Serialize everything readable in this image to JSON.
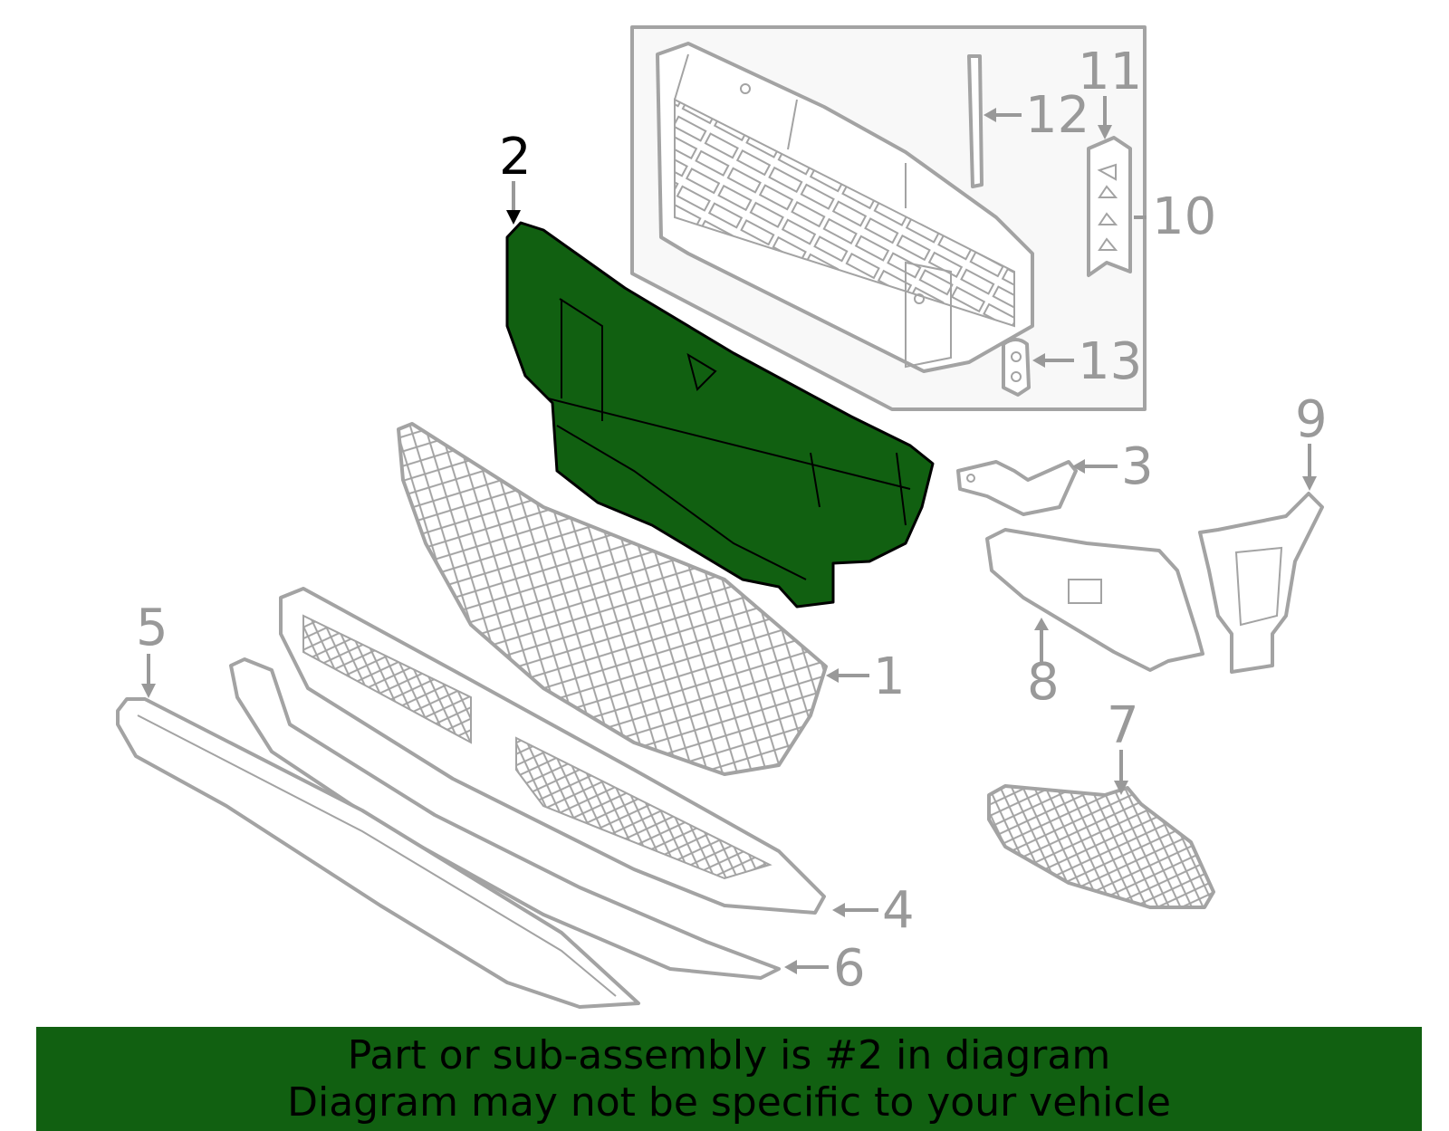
{
  "diagram": {
    "highlight_color": "#116011",
    "part_color": "#a3a3a3",
    "label_color": "#999999",
    "active_label_color": "#000000",
    "highlighted_part": "2",
    "callouts": [
      {
        "id": "c1",
        "label": "1"
      },
      {
        "id": "c2",
        "label": "2"
      },
      {
        "id": "c3",
        "label": "3"
      },
      {
        "id": "c4",
        "label": "4"
      },
      {
        "id": "c5",
        "label": "5"
      },
      {
        "id": "c6",
        "label": "6"
      },
      {
        "id": "c7",
        "label": "7"
      },
      {
        "id": "c8",
        "label": "8"
      },
      {
        "id": "c9",
        "label": "9"
      },
      {
        "id": "c10",
        "label": "10"
      },
      {
        "id": "c11",
        "label": "11"
      },
      {
        "id": "c12",
        "label": "12"
      },
      {
        "id": "c13",
        "label": "13"
      }
    ]
  },
  "banner": {
    "line1": "Part or sub-assembly is #2 in diagram",
    "line2": "Diagram may not be specific to your vehicle",
    "background": "#116011"
  }
}
